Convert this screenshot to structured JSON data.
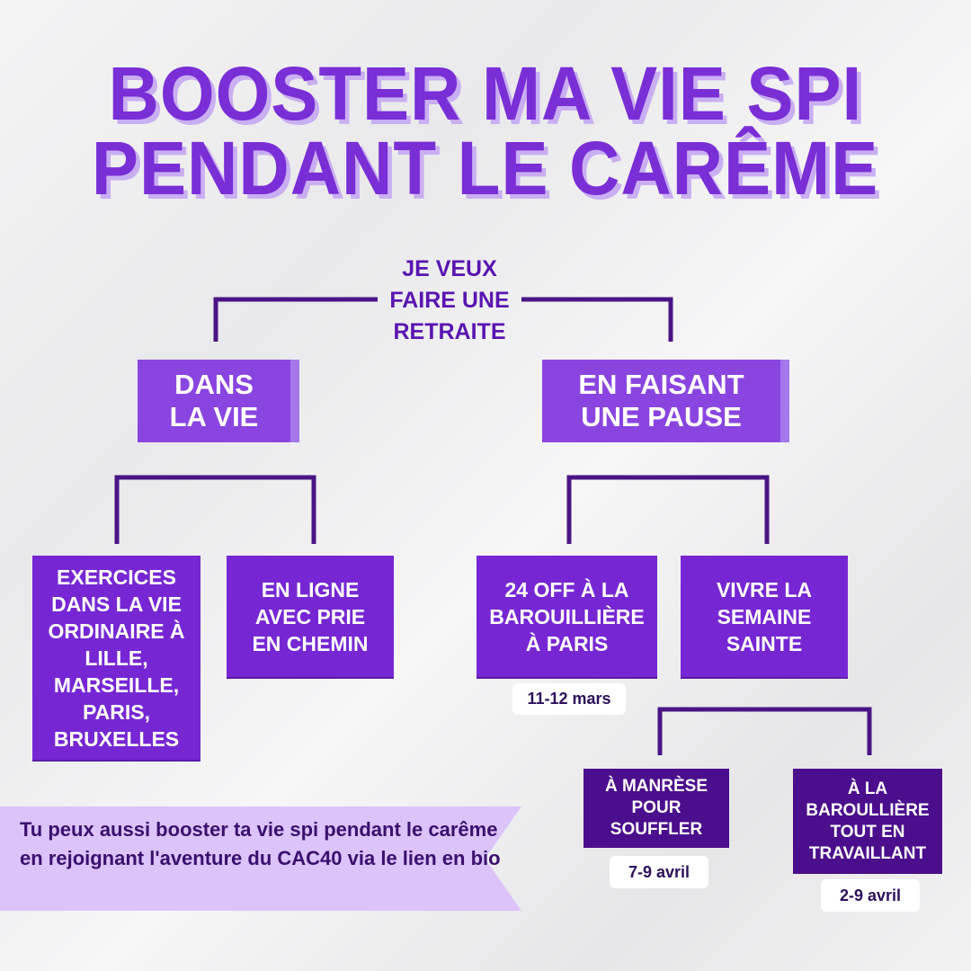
{
  "title": {
    "line1": "BOOSTER MA VIE SPI",
    "line2": "PENDANT LE CARÊME"
  },
  "root": {
    "line1": "JE VEUX",
    "line2": "FAIRE UNE",
    "line3": "RETRAITE"
  },
  "branches": {
    "left": {
      "label": "DANS LA VIE",
      "children": [
        {
          "label": "EXERCICES DANS LA VIE ORDINAIRE À LILLE, MARSEILLE, PARIS, BRUXELLES"
        },
        {
          "label": "EN LIGNE AVEC PRIE EN CHEMIN"
        }
      ]
    },
    "right": {
      "label": "EN FAISANT UNE PAUSE",
      "children": [
        {
          "label": "24 OFF À LA BAROUILLIÈRE À PARIS",
          "date": "11-12 mars"
        },
        {
          "label": "VIVRE LA SEMAINE SAINTE",
          "children": [
            {
              "label": "À MANRÈSE POUR SOUFFLER",
              "date": "7-9 avril"
            },
            {
              "label": "À LA BAROULLIÈRE TOUT EN TRAVAILLANT",
              "date": "2-9 avril"
            }
          ]
        }
      ]
    }
  },
  "banner": {
    "text": "Tu peux aussi booster ta vie spi pendant le carême en rejoignant l'aventure du CAC40 via le lien en bio"
  },
  "colors": {
    "primary": "#7627d3",
    "light": "#8a45e0",
    "dark": "#4b0e8c",
    "line": "#4b1485",
    "banner": "#dcc3fa"
  }
}
